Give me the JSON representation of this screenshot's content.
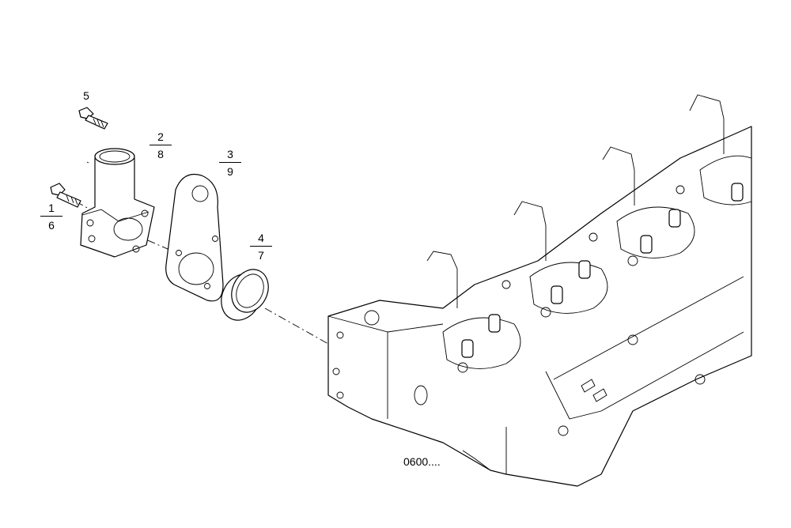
{
  "diagram": {
    "callouts": [
      {
        "id": "c1",
        "top": "1",
        "bottom": "6"
      },
      {
        "id": "c2",
        "top": "2",
        "bottom": "8"
      },
      {
        "id": "c3",
        "top": "3",
        "bottom": "9"
      },
      {
        "id": "c4",
        "top": "4",
        "bottom": "7"
      },
      {
        "id": "c5",
        "top": "5",
        "bottom": ""
      }
    ],
    "reference_code": "0600....",
    "line_color": "#000000",
    "background": "#ffffff"
  }
}
